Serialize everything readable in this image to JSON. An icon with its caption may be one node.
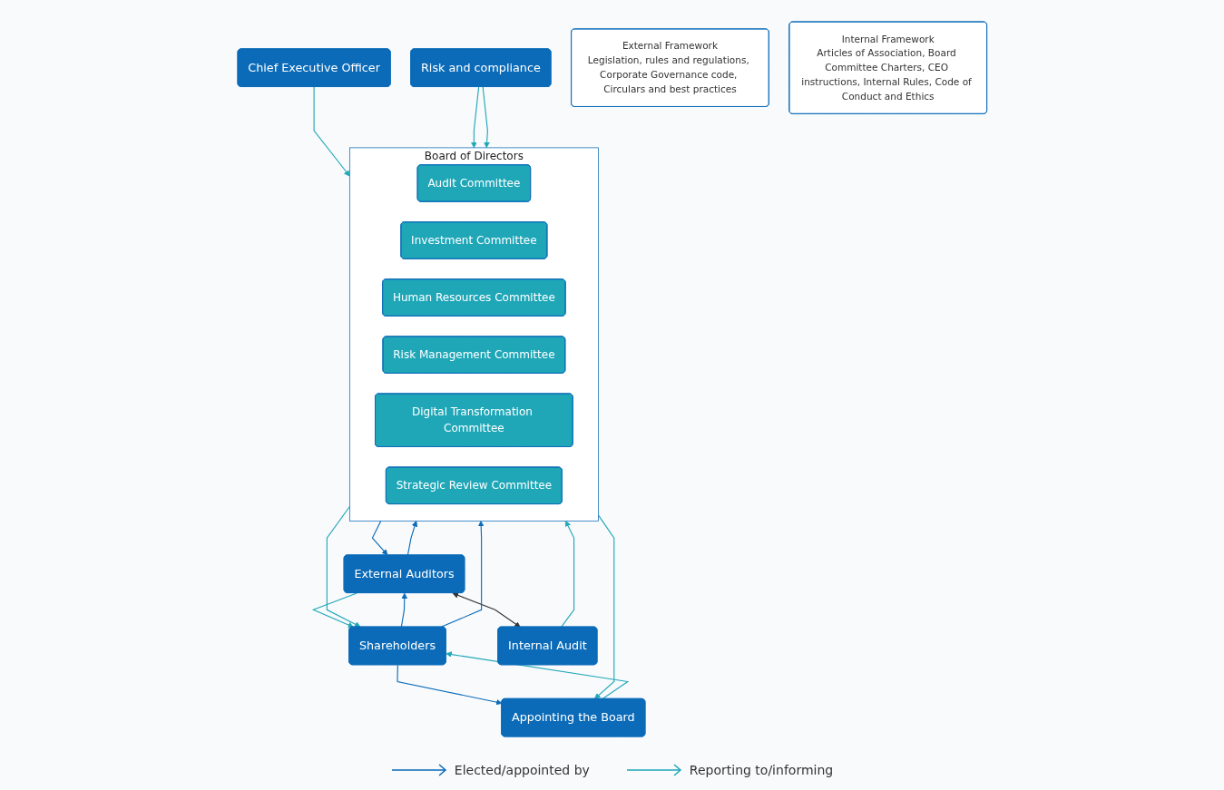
{
  "diagram": {
    "nodes": [
      {
        "text": [
          "External Auditors"
        ]
      },
      {
        "text": [
          "Shareholders"
        ]
      },
      {
        "text": [
          "Appointing the Board"
        ]
      },
      {
        "text": [
          "Board of Directors"
        ]
      },
      {
        "text": [
          "Audit Committee"
        ],
        "in": 3
      },
      {
        "text": [
          "Investment Committee"
        ],
        "in": 3
      },
      {
        "text": [
          "Human Resources Committee"
        ],
        "in": 3
      },
      {
        "text": [
          "Risk Management Committee"
        ],
        "in": 3
      },
      {
        "text": [
          "Digital Transformation Committee"
        ],
        "in": 3
      },
      {
        "text": [
          "Strategic Review Committee"
        ],
        "in": 3
      },
      {
        "text": [
          "Internal Audit"
        ]
      },
      {
        "text": [
          "Chief Executive Officer"
        ]
      },
      {
        "text": [
          "Risk and compliance"
        ]
      },
      {
        "text": [
          "External Framework",
          "Legislation, rules and regulations, Corporate Governance code, Circulars and best practices"
        ]
      },
      {
        "text": [
          "Internal Framework",
          "Articles of Association, Board Committee Charters, CEO instructions, Internal Rules, Code of Conduct and Ethics"
        ]
      }
    ],
    "edges": [
      {
        "from": 1,
        "to": 0,
        "arrow": "to",
        "color": "#0b6bb8"
      },
      {
        "from": 0,
        "to": 1,
        "arrow": "to"
      },
      {
        "from": 1,
        "to": 2,
        "arrow": "to",
        "color": "#0b6bb8"
      },
      {
        "from": 2,
        "to": 1,
        "arrow": "to"
      },
      {
        "from": 0,
        "to": 3,
        "arrow": "to",
        "color": "#0b6bb8"
      },
      {
        "from": 3,
        "to": 0,
        "arrow": "to",
        "color": "#0b6bb8"
      },
      {
        "from": 1,
        "to": 3,
        "arrow": "to",
        "color": "#0b6bb8"
      },
      {
        "from": 3,
        "to": 1,
        "arrow": "to"
      },
      {
        "from": 3,
        "to": 2,
        "arrow": "to"
      },
      {
        "from": 10,
        "to": 3,
        "arrow": "to"
      },
      {
        "from": 11,
        "to": 3,
        "arrow": "to"
      },
      {
        "from": 12,
        "to": 3,
        "arrow": "to"
      },
      {
        "from": 12,
        "to": 3,
        "arrow": "to"
      },
      {
        "from": 0,
        "to": 10,
        "arrow": "both",
        "color": "#333333"
      }
    ],
    "legend": [
      {
        "text": "Elected/appointed by"
      },
      {
        "text": "Reporting to/informing"
      }
    ]
  }
}
